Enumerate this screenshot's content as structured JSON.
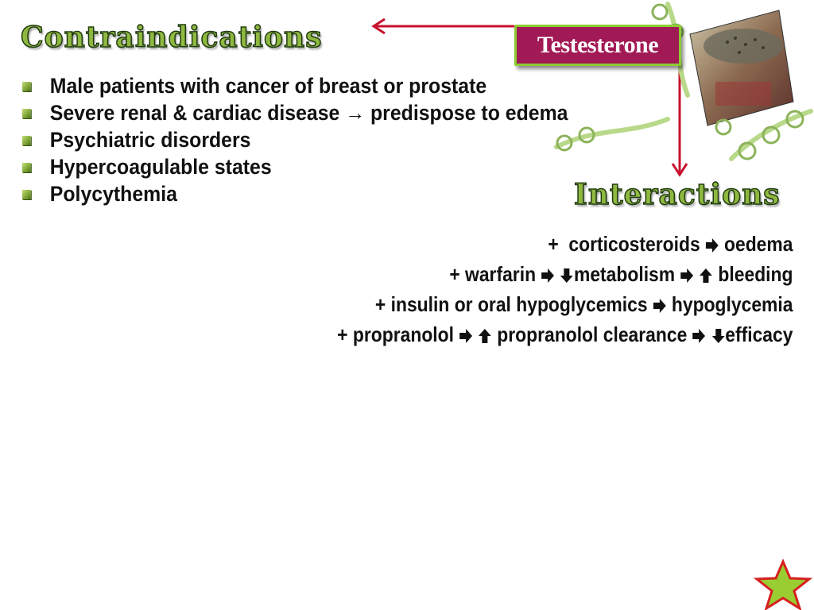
{
  "contraindications": {
    "title": "Contraindications",
    "items": [
      "Male patients with cancer of breast or prostate",
      "Severe renal & cardiac disease → predispose to edema",
      "Psychiatric disorders",
      "Hypercoagulable states",
      "Polycythemia"
    ]
  },
  "drug": {
    "name": "Testesterone"
  },
  "interactions": {
    "title": "Interactions",
    "lines": [
      {
        "parts": [
          {
            "t": "text",
            "v": "+  corticosteroids "
          },
          {
            "t": "icon",
            "v": "right-arrow-icon"
          },
          {
            "t": "text",
            "v": " oedema"
          }
        ]
      },
      {
        "parts": [
          {
            "t": "text",
            "v": "+ warfarin "
          },
          {
            "t": "icon",
            "v": "right-arrow-icon"
          },
          {
            "t": "text",
            "v": " "
          },
          {
            "t": "icon",
            "v": "down-arrow-icon"
          },
          {
            "t": "text",
            "v": "metabolism "
          },
          {
            "t": "icon",
            "v": "right-arrow-icon"
          },
          {
            "t": "text",
            "v": " "
          },
          {
            "t": "icon",
            "v": "up-arrow-icon"
          },
          {
            "t": "text",
            "v": " bleeding"
          }
        ]
      },
      {
        "parts": [
          {
            "t": "text",
            "v": "+ insulin or oral hypoglycemics "
          },
          {
            "t": "icon",
            "v": "right-arrow-icon"
          },
          {
            "t": "text",
            "v": " hypoglycemia"
          }
        ]
      },
      {
        "parts": [
          {
            "t": "text",
            "v": "+ propranolol "
          },
          {
            "t": "icon",
            "v": "right-arrow-icon"
          },
          {
            "t": "text",
            "v": " "
          },
          {
            "t": "icon",
            "v": "up-arrow-icon"
          },
          {
            "t": "text",
            "v": " propranolol clearance "
          },
          {
            "t": "icon",
            "v": "right-arrow-icon"
          },
          {
            "t": "text",
            "v": " "
          },
          {
            "t": "icon",
            "v": "down-arrow-icon"
          },
          {
            "t": "text",
            "v": "efficacy"
          }
        ]
      }
    ]
  },
  "colors": {
    "box": "#a21a55",
    "box_border": "#8ccc33",
    "connector": "#c8102e",
    "title_green": "#8fb840",
    "star_fill": "#9acd32",
    "star_stroke": "#d62020"
  },
  "icons": [
    "drug-image",
    "vine-decoration",
    "star-icon",
    "square-bullet-icon"
  ]
}
